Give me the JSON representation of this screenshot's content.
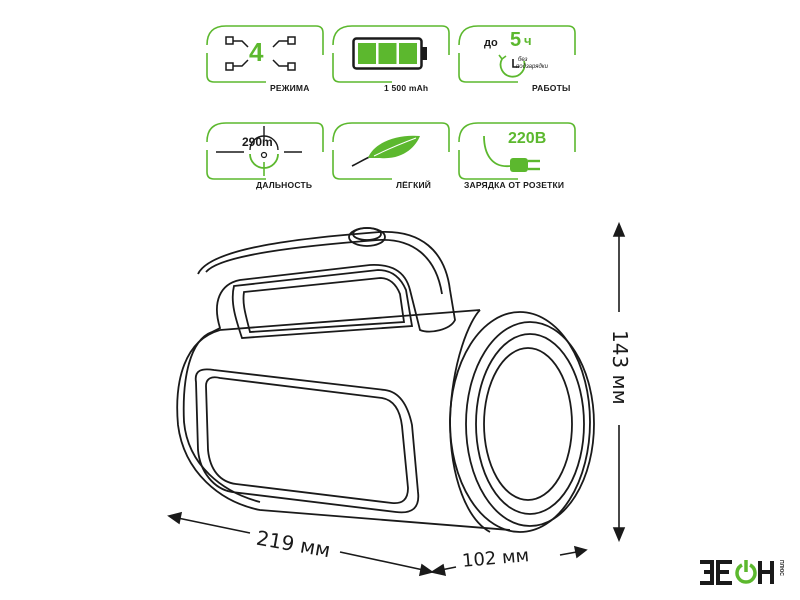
{
  "features": [
    {
      "id": "modes",
      "label": "РЕЖИМА",
      "value": "4",
      "icon": "modes-icon"
    },
    {
      "id": "battery",
      "label": "1 500 mAh",
      "icon": "battery-icon"
    },
    {
      "id": "runtime",
      "label": "РАБОТЫ",
      "prefix": "до",
      "value": "5",
      "unit": "ч",
      "note_line1": "без",
      "note_line2": "подзарядки",
      "icon": "clock-icon"
    },
    {
      "id": "range",
      "label": "ДАЛЬНОСТЬ",
      "value": "290m",
      "icon": "crosshair-icon"
    },
    {
      "id": "light",
      "label": "ЛЁГКИЙ",
      "icon": "feather-icon"
    },
    {
      "id": "charging",
      "label": "ЗАРЯДКА ОТ РОЗЕТКИ",
      "value": "220В",
      "icon": "plug-icon"
    }
  ],
  "dimensions": {
    "height": "143 мм",
    "length": "219 мм",
    "diameter": "102 мм"
  },
  "brand": {
    "name": "ЗЕОН",
    "tagline": "ПЛЮС"
  },
  "colors": {
    "accent": "#5cb82e",
    "outline": "#1a1a1a"
  }
}
